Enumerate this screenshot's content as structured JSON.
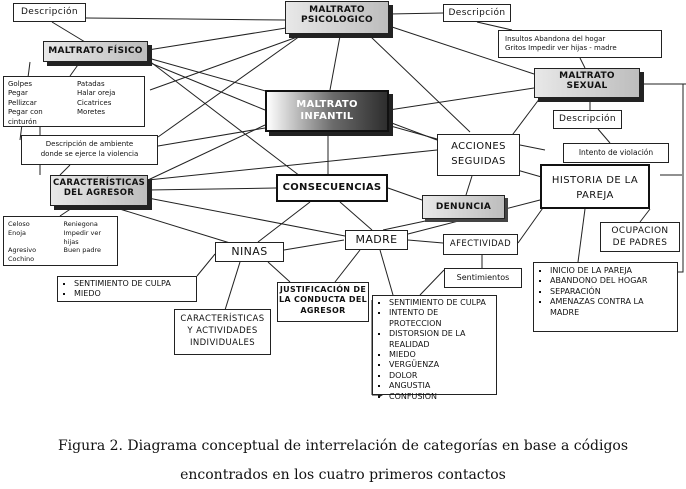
{
  "nodes": {
    "descripcion_left": "Descripción",
    "maltrato_psicologico": [
      "MALTRATO",
      "PSICOLOGICO"
    ],
    "descripcion_top_right": "Descripción",
    "insultos": [
      "Insultos  Abandona del hogar",
      "Gritos  Impedir ver hijas - madre"
    ],
    "maltrato_fisico": "MALTRATO FÍSICO",
    "golpes": [
      [
        "Golpes",
        "Patadas"
      ],
      [
        "Pegar",
        "Halar oreja"
      ],
      [
        "Pellizcar",
        "Cicatrices"
      ],
      [
        "Pegar con cinturón",
        "Moretes"
      ]
    ],
    "maltrato_sexual": [
      "MALTRATO",
      "SEXUAL"
    ],
    "maltrato_infantil": [
      "MALTRATO",
      "INFANTIL"
    ],
    "descripcion_sexual": "Descripción",
    "descripcion_ambiente": [
      "Descripción de ambiente",
      "donde se ejerce la violencia"
    ],
    "acciones_seguidas": [
      "ACCIONES",
      "SEGUIDAS"
    ],
    "intento_violacion": "Intento de violación",
    "caracteristicas_agresor": [
      "CARACTERÍSTICAS",
      "DEL AGRESOR"
    ],
    "consecuencias": "CONSECUENCIAS",
    "historia_pareja": [
      "HISTORIA DE LA",
      "PAREJA"
    ],
    "denuncia": "DENUNCIA",
    "celoso": [
      [
        "Celoso",
        "Reniegona"
      ],
      [
        "Enoja",
        "Impedir ver hijas"
      ],
      [
        "Agresivo",
        "Buen padre"
      ],
      [
        "Cochino",
        ""
      ]
    ],
    "ninas": "NINAS",
    "madre": "MADRE",
    "afectividad": "AFECTIVIDAD",
    "ocupacion": [
      "OCUPACION",
      "DE PADRES"
    ],
    "sentimientos": "Sentimientos",
    "sentimiento_culpa_list": [
      "SENTIMIENTO DE CULPA",
      "MIEDO"
    ],
    "justificacion": [
      "JUSTIFICACIÓN DE",
      "LA CONDUCTA DEL",
      "AGRESOR"
    ],
    "historia_list": [
      "INICIO DE LA PAREJA",
      "ABANDONO DEL HOGAR",
      "SEPARACIÓN",
      "AMENAZAS CONTRA LA MADRE"
    ],
    "caracteristicas_actividades": [
      "CARACTERÍSTICAS",
      "Y ACTIVIDADES",
      "INDIVIDUALES"
    ],
    "madre_list": [
      "SENTIMIENTO DE CULPA",
      "INTENTO DE PROTECCION",
      "DISTORSION DE LA REALIDAD",
      "MIEDO",
      "VERGÜENZA",
      "DOLOR",
      "ANGUSTIA",
      "CONFUSION"
    ]
  },
  "caption": {
    "line1": "Figura 2.  Diagrama conceptual de interrelación de categorías en base a códigos",
    "line2": "encontrados en los cuatro primeros contactos"
  }
}
